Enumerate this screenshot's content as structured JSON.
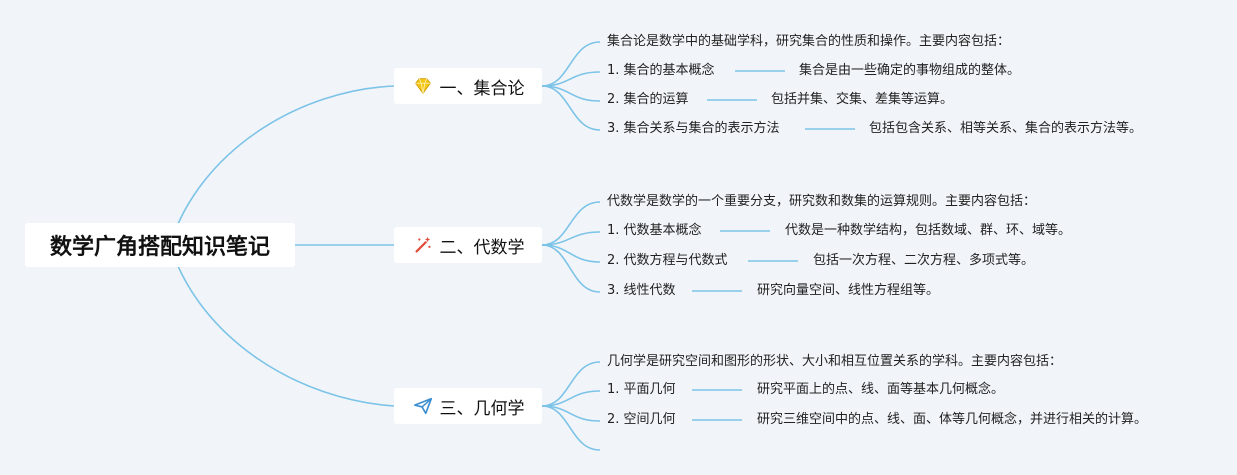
{
  "root": {
    "label": "数学广角搭配知识笔记"
  },
  "branches": [
    {
      "label": "一、集合论",
      "icon": "diamond-icon",
      "intro": "集合论是数学中的基础学科，研究集合的性质和操作。主要内容包括：",
      "items": [
        {
          "name": "1. 集合的基本概念",
          "desc": "集合是由一些确定的事物组成的整体。"
        },
        {
          "name": "2. 集合的运算",
          "desc": "包括并集、交集、差集等运算。"
        },
        {
          "name": "3. 集合关系与集合的表示方法",
          "desc": "包括包含关系、相等关系、集合的表示方法等。"
        }
      ]
    },
    {
      "label": "二、代数学",
      "icon": "magic-wand-icon",
      "intro": "代数学是数学的一个重要分支，研究数和数集的运算规则。主要内容包括：",
      "items": [
        {
          "name": "1. 代数基本概念",
          "desc": "代数是一种数学结构，包括数域、群、环、域等。"
        },
        {
          "name": "2. 代数方程与代数式",
          "desc": "包括一次方程、二次方程、多项式等。"
        },
        {
          "name": "3. 线性代数",
          "desc": "研究向量空间、线性方程组等。"
        }
      ]
    },
    {
      "label": "三、几何学",
      "icon": "paper-plane-icon",
      "intro": "几何学是研究空间和图形的形状、大小和相互位置关系的学科。主要内容包括：",
      "items": [
        {
          "name": "1. 平面几何",
          "desc": "研究平面上的点、线、面等基本几何概念。"
        },
        {
          "name": "2. 空间几何",
          "desc": "研究三维空间中的点、线、面、体等几何概念，并进行相关的计算。"
        }
      ]
    }
  ],
  "colors": {
    "connector": "#7cc3e8",
    "diamond": "#f5c518",
    "wand": "#e04a3a",
    "plane": "#3b8fd1"
  }
}
